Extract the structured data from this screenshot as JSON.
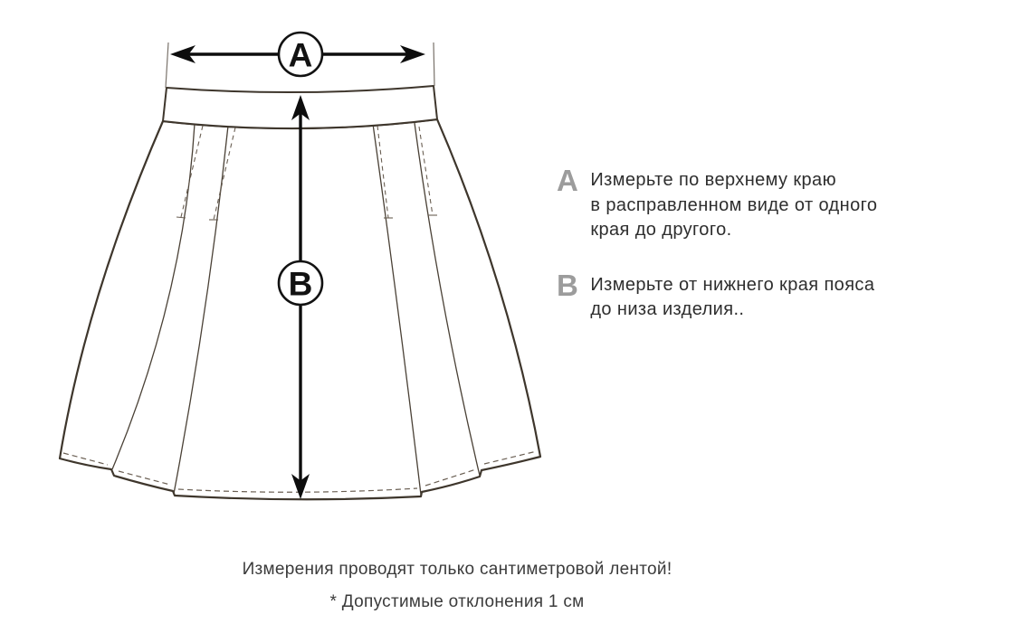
{
  "colors": {
    "background": "#ffffff",
    "outline": "#3e362c",
    "pleat_line": "#4a4136",
    "stitch_dashed": "#6a5f53",
    "arrow": "#0d0d0d",
    "legend_key": "#9c9c9c",
    "body_text": "#2e2e2e",
    "footer_text": "#3b3b3b"
  },
  "diagram": {
    "measure_a": "A",
    "measure_b": "B"
  },
  "legend": {
    "items": [
      {
        "key": "A",
        "text": "Измерьте по верхнему краю\nв расправленном виде от одного\nкрая до другого."
      },
      {
        "key": "B",
        "text": "Измерьте от нижнего края пояса\nдо низа изделия.."
      }
    ]
  },
  "footer": {
    "line1": "Измерения проводят только сантиметровой лентой!",
    "line2": "* Допустимые отклонения 1 см"
  }
}
